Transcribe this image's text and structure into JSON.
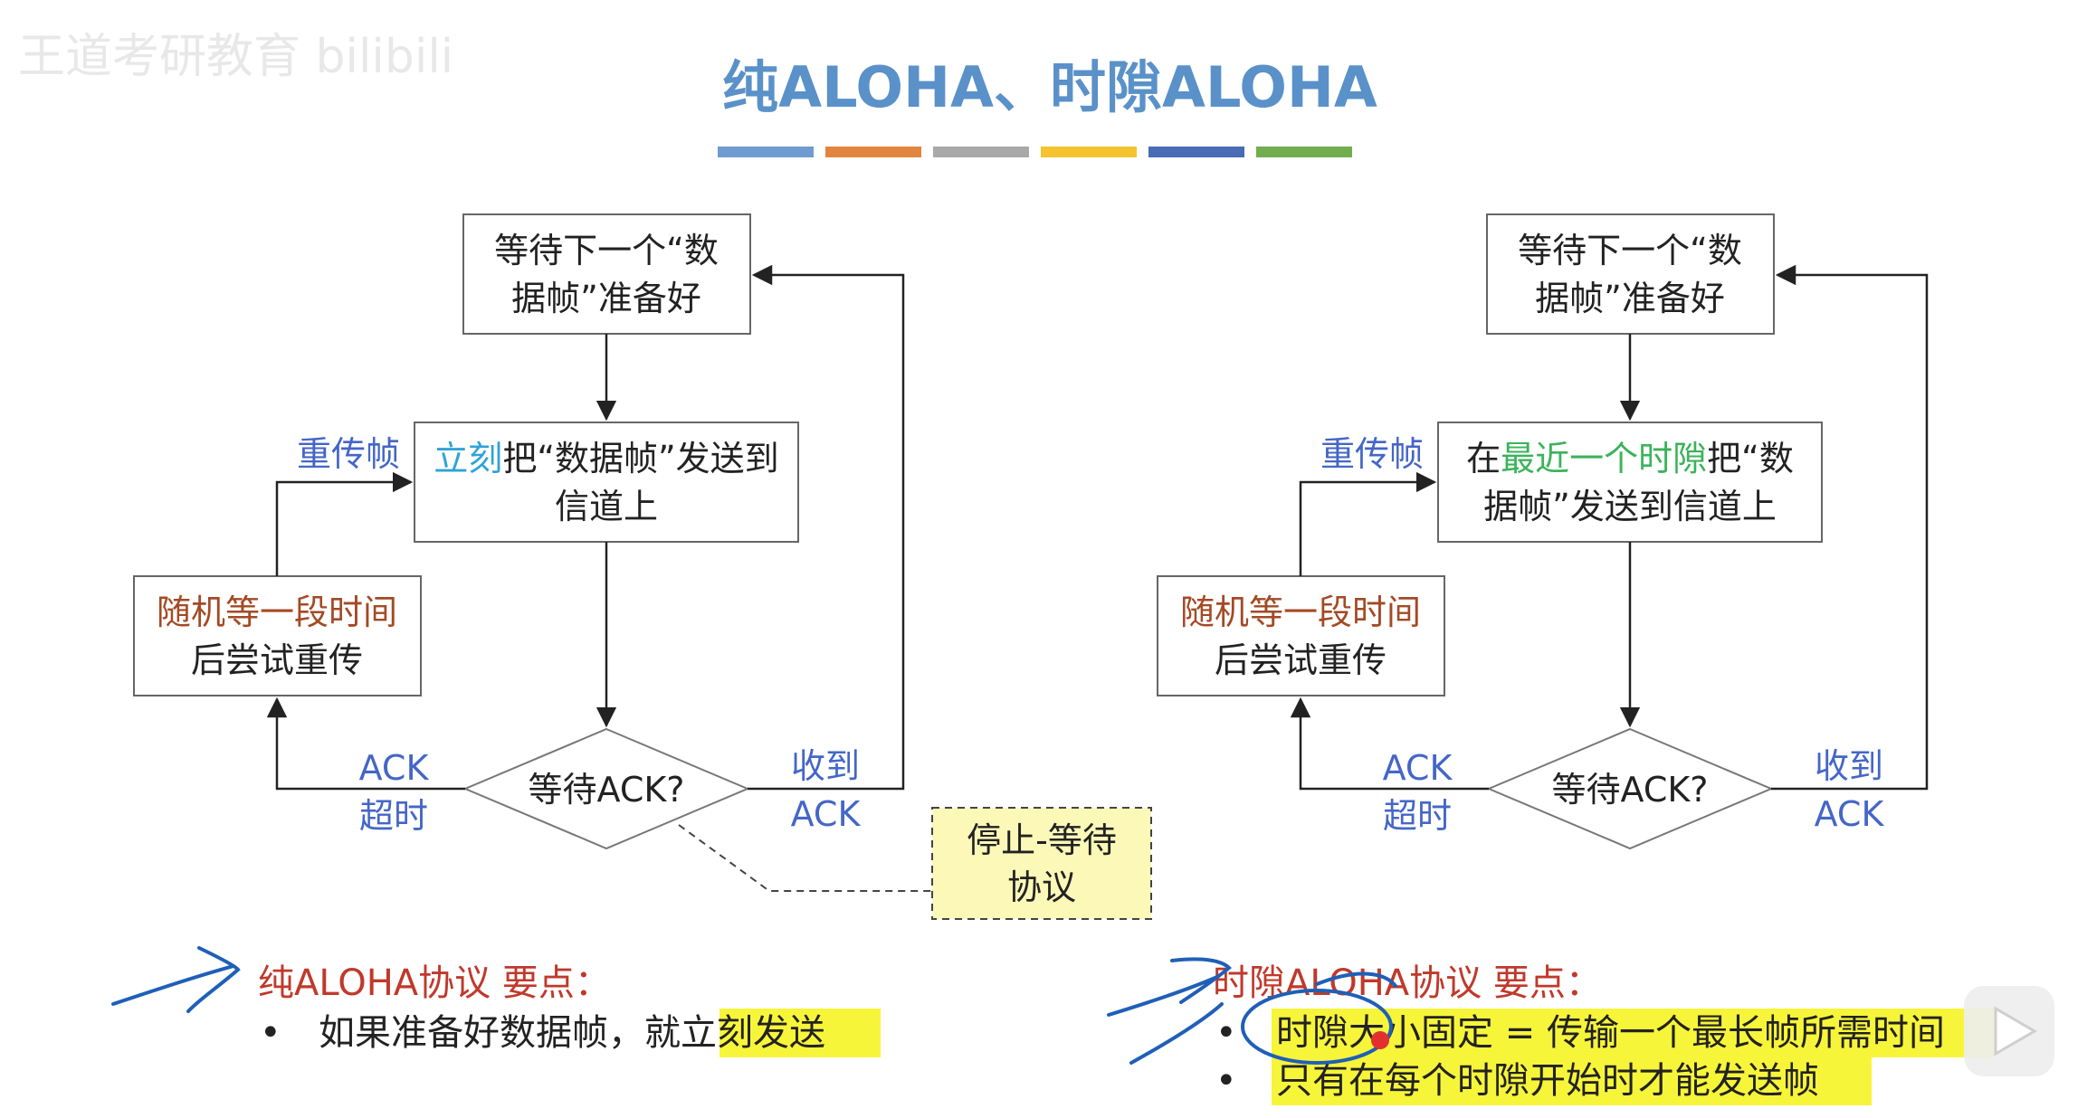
{
  "title": {
    "part1": "纯ALOHA、时隙ALOHA"
  },
  "watermark": "王道考研教育 bilibili",
  "accent_colors": [
    "#6f9bd1",
    "#e2853f",
    "#a9a9a9",
    "#f5c330",
    "#4a6cb5",
    "#72ad4f"
  ],
  "left": {
    "wait_box": [
      "等待下一个“数",
      "据帧”准备好"
    ],
    "send_box": {
      "highlight": "立刻",
      "rest1": "把“数据帧”发送到",
      "line2": "信道上"
    },
    "retry_box": [
      "随机等一段时间",
      "后尝试重传"
    ],
    "decision": "等待ACK?",
    "label_resend": "重传帧",
    "label_timeout": [
      "ACK",
      "超时"
    ],
    "label_received": [
      "收到",
      "ACK"
    ],
    "note": [
      "停止-等待",
      "协议"
    ]
  },
  "right": {
    "wait_box": [
      "等待下一个“数",
      "据帧”准备好"
    ],
    "send_box": {
      "pre": "在",
      "highlight": "最近一个时隙",
      "post": "把“数",
      "line2": "据帧”发送到信道上"
    },
    "retry_box": [
      "随机等一段时间",
      "后尝试重传"
    ],
    "decision": "等待ACK?",
    "label_resend": "重传帧",
    "label_timeout": [
      "ACK",
      "超时"
    ],
    "label_received": [
      "收到",
      "ACK"
    ]
  },
  "notes_left": {
    "heading": "纯ALOHA协议 要点：",
    "bullet_pre": "如果准备好数据帧，就",
    "bullet_highlight": "立刻发送"
  },
  "notes_right": {
    "heading": "时隙ALOHA协议 要点：",
    "bullet1": "时隙大小固定 = 传输一个最长帧所需时间",
    "bullet2": "只有在每个时隙开始时才能发送帧"
  },
  "icons": {
    "play": "play-icon"
  }
}
